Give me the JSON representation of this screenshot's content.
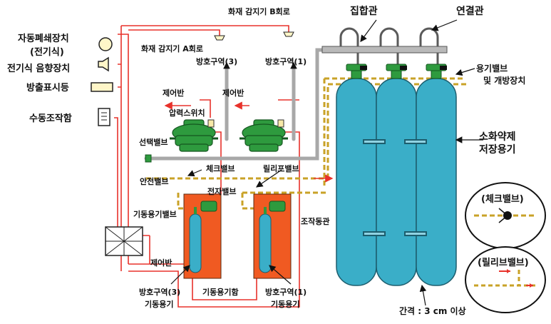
{
  "labels": {
    "auto_closer": "자동폐쇄장치",
    "auto_closer_sub": "(전기식)",
    "electric_alarm": "전기식 음향장치",
    "discharge_lamp": "방출표시등",
    "manual_box": "수동조작함",
    "detector_b": "화재 감지기 B회로",
    "detector_a": "화재 감지기 A회로",
    "zone3": "방호구역(3)",
    "zone1": "방호구역(1)",
    "control_left": "제어반",
    "control_right": "제어반",
    "pressure_switch": "압력스위치",
    "selector_valve": "선택밸브",
    "check_valve": "체크밸브",
    "relief_valve": "릴리프밸브",
    "safety_valve": "안전밸브",
    "solenoid_valve": "전자밸브",
    "starter_valve": "기동용기밸브",
    "control_panel": "제어반",
    "operation_tube": "조작동관",
    "zone3_starter_1": "방호구역(3)",
    "zone3_starter_2": "기동용기",
    "starter_box": "기동용기함",
    "zone1_starter_1": "방호구역(1)",
    "zone1_starter_2": "기동용기",
    "manifold": "집합관",
    "connector": "연결관",
    "container_valve_1": "용기밸브",
    "container_valve_2": "및 개방장치",
    "agent_storage_1": "소화약제",
    "agent_storage_2": "저장용기",
    "spacing": "간격 : 3 cm 이상",
    "legend_check": "(체크밸브)",
    "legend_relief": "(릴리브밸브)"
  },
  "colors": {
    "wire": "#e8322b",
    "pipe": "#a8a8a8",
    "tube": "#c9a227",
    "cylinder": "#3aaec8",
    "valve": "#2e9a3e",
    "starter_box": "#f05a22"
  },
  "icons": [
    "bell-icon",
    "horn-icon",
    "lamp-icon",
    "manual-box-icon",
    "smoke-detector-icon",
    "control-panel-icon"
  ]
}
